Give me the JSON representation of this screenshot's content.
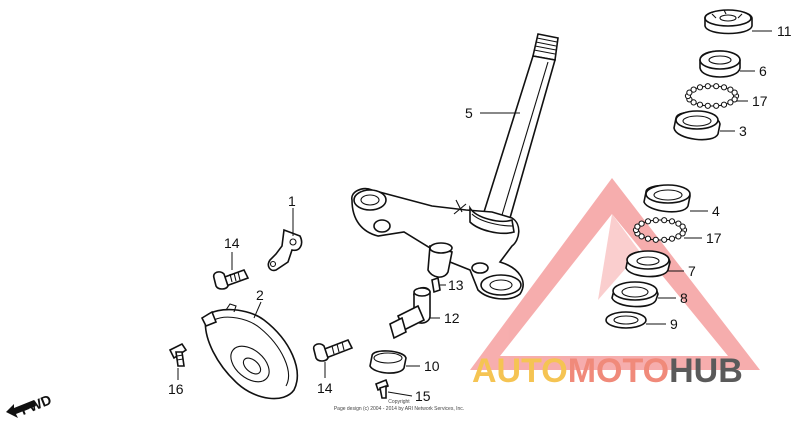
{
  "callouts": {
    "c1": "1",
    "c2": "2",
    "c3": "3",
    "c4": "4",
    "c5": "5",
    "c6": "6",
    "c7": "7",
    "c8": "8",
    "c9": "9",
    "c10": "10",
    "c11": "11",
    "c12": "12",
    "c13": "13",
    "c14a": "14",
    "c14b": "14",
    "c15": "15",
    "c16": "16",
    "c17a": "17",
    "c17b": "17"
  },
  "direction_label": "FWD",
  "copyright": {
    "line1": "Copyright",
    "line2": "Page design (c) 2004 - 2014 by ARI Network Services, Inc."
  },
  "watermark": {
    "part1": "AUTO",
    "part2": "MOTO",
    "part3": "HUB",
    "colors": {
      "auto": "#f5c453",
      "moto": "#f08a7a",
      "hub": "#5a5a5a",
      "triangle": "#f06b6b"
    }
  }
}
